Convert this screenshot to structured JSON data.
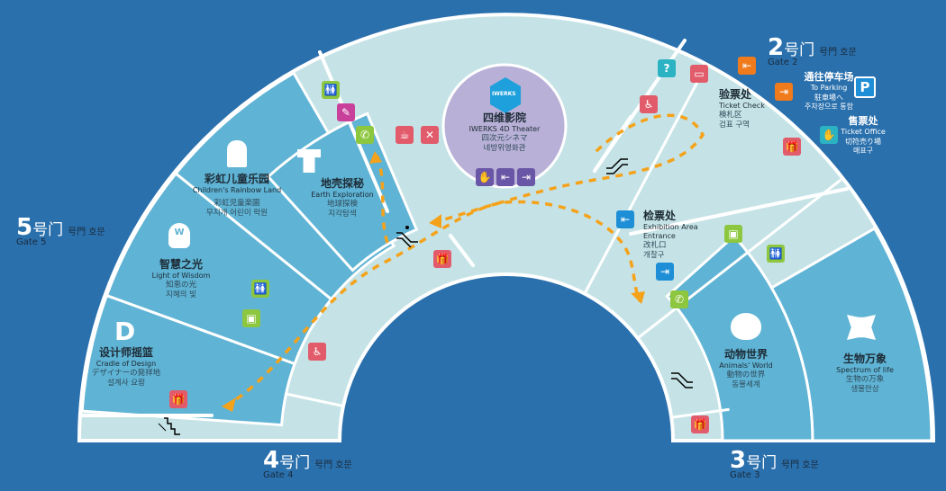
{
  "colors": {
    "background": "#2a70ad",
    "corridor": "#c5e3e6",
    "room": "#5fb3d4",
    "theater": "#b8b0d6",
    "route": "#f5a21b"
  },
  "gates": [
    {
      "num": "5",
      "zh": "号门",
      "ko": "号門 호문",
      "en": "Gate 5"
    },
    {
      "num": "4",
      "zh": "号门",
      "ko": "号門 호문",
      "en": "Gate 4"
    },
    {
      "num": "3",
      "zh": "号门",
      "ko": "号門 호문",
      "en": "Gate 3"
    },
    {
      "num": "2",
      "zh": "号门",
      "ko": "号門 호문",
      "en": "Gate 2"
    }
  ],
  "areas": {
    "theater": {
      "logo": "IWERKS",
      "zh": "四维影院",
      "en": "IWERKS 4D Theater",
      "jp": "四次元シネマ",
      "ko": "네방위영화관"
    },
    "rainbow": {
      "zh": "彩虹儿童乐园",
      "en": "Children's Rainbow Land",
      "jp": "彩虹児童楽園",
      "ko": "무지개 어린이 락원"
    },
    "earth": {
      "zh": "地壳探秘",
      "en": "Earth Exploration",
      "jp": "地球探検",
      "ko": "지각탐색"
    },
    "wisdom": {
      "zh": "智慧之光",
      "en": "Light of Wisdom",
      "jp": "知恵の光",
      "ko": "지혜의 빛"
    },
    "cradle": {
      "zh": "设计师摇篮",
      "en": "Cradle of Design",
      "jp": "デザイナーの発祥地",
      "ko": "설계사 요람"
    },
    "animals": {
      "zh": "动物世界",
      "en": "Animals' World",
      "jp": "動物の世界",
      "ko": "동물세계"
    },
    "spectrum": {
      "zh": "生物万象",
      "en": "Spectrum of life",
      "jp": "生物の万象",
      "ko": "생물만상"
    },
    "ticket_check": {
      "zh": "验票处",
      "en": "Ticket  Check",
      "jp": "検札区",
      "ko": "검표 구역"
    },
    "exhibition_entrance": {
      "zh": "检票处",
      "en": "Exhibition Area Entrance",
      "jp": "改札口",
      "ko": "개찰구"
    },
    "parking": {
      "zh": "通往停车场",
      "en": "To Parking",
      "jp": "駐車場へ",
      "ko": "주차장으로 통함"
    },
    "ticket_office": {
      "zh": "售票处",
      "en": "Ticket Office",
      "jp": "切符売り場",
      "ko": "매표구"
    }
  },
  "icons": {
    "parking": "P",
    "wisdom_logo": "W",
    "cradle_logo": "D"
  }
}
